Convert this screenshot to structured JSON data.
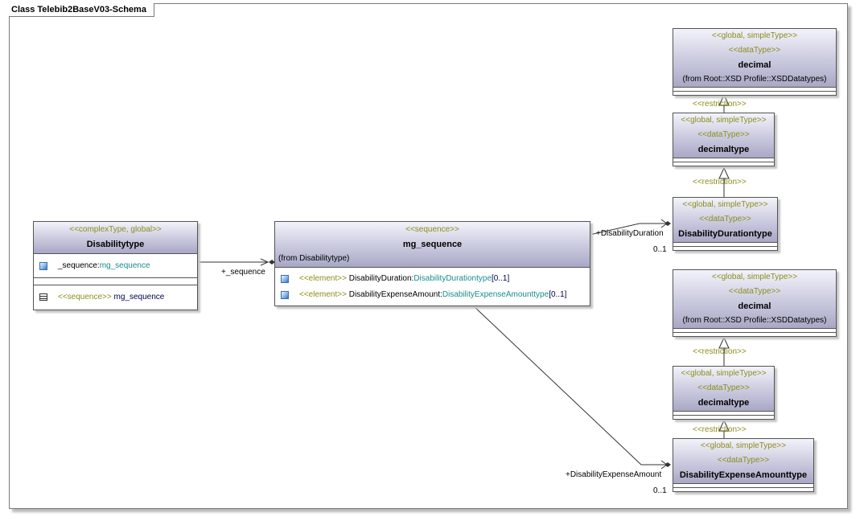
{
  "frame_title": "Class Telebib2BaseV03-Schema",
  "disabilitytype": {
    "stereotype": "<<complexType, global>>",
    "name": "Disabilitytype",
    "attr_name": "_sequence:",
    "attr_type": "mg_sequence",
    "op_stereotype": "<<sequence>>",
    "op_name": " mg_sequence"
  },
  "mg_sequence": {
    "stereotype": "<<sequence>>",
    "name": "mg_sequence",
    "from": "(from Disabilitytype)",
    "attrs": [
      {
        "stereotype": "<<element>>",
        "name": " DisabilityDuration:",
        "type": "DisabilityDurationtype",
        "mult": "[0..1]"
      },
      {
        "stereotype": "<<element>>",
        "name": " DisabilityExpenseAmount:",
        "type": "DisabilityExpenseAmounttype",
        "mult": "[0..1]"
      }
    ]
  },
  "decimal_top": {
    "stereotype1": "<<global, simpleType>>",
    "stereotype2": "<<dataType>>",
    "name": "decimal",
    "from": "(from Root::XSD Profile::XSDDatatypes)"
  },
  "decimaltype_top": {
    "stereotype1": "<<global, simpleType>>",
    "stereotype2": "<<dataType>>",
    "name": "decimaltype"
  },
  "durationtype": {
    "stereotype1": "<<global, simpleType>>",
    "stereotype2": "<<dataType>>",
    "name": "DisabilityDurationtype"
  },
  "decimal_bottom": {
    "stereotype1": "<<global, simpleType>>",
    "stereotype2": "<<dataType>>",
    "name": "decimal",
    "from": "(from Root::XSD Profile::XSDDatatypes)"
  },
  "decimaltype_bottom": {
    "stereotype1": "<<global, simpleType>>",
    "stereotype2": "<<dataType>>",
    "name": "decimaltype"
  },
  "expensetype": {
    "stereotype1": "<<global, simpleType>>",
    "stereotype2": "<<dataType>>",
    "name": "DisabilityExpenseAmounttype"
  },
  "connectors": {
    "sequence_role": "+_sequence",
    "duration_role": "+DisabilityDuration",
    "duration_mult": "0..1",
    "expense_role": "+DisabilityExpenseAmount",
    "expense_mult": "0..1",
    "restriction": "<<restriction>>"
  }
}
